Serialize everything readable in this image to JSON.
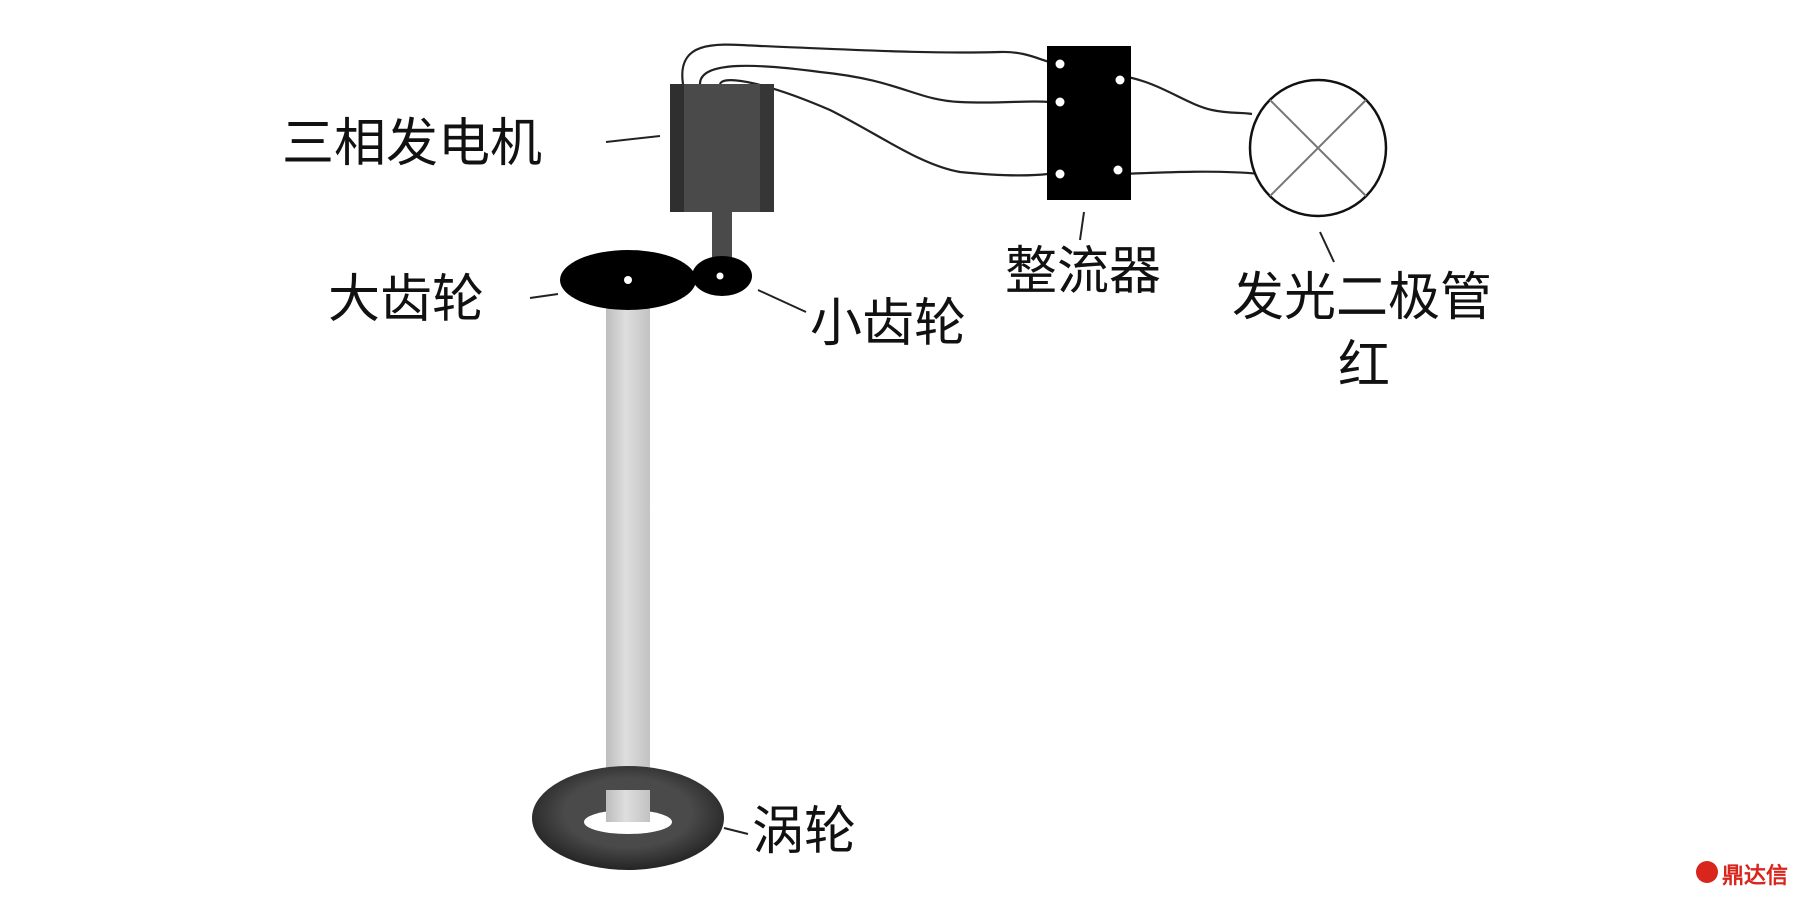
{
  "labels": {
    "generator": "三相发电机",
    "big_gear": "大齿轮",
    "small_gear": "小齿轮",
    "rectifier": "整流器",
    "led": "发光二极管",
    "led_color": "红",
    "turbine": "涡轮"
  },
  "watermark": "鼎达信",
  "colors": {
    "generator": "#4a4a4a",
    "gear": "#000000",
    "shaft": "#c8c8c8",
    "turbine": "#2e2e2e",
    "rectifier": "#000000",
    "wire": "#222222",
    "watermark": "#d8261c"
  }
}
